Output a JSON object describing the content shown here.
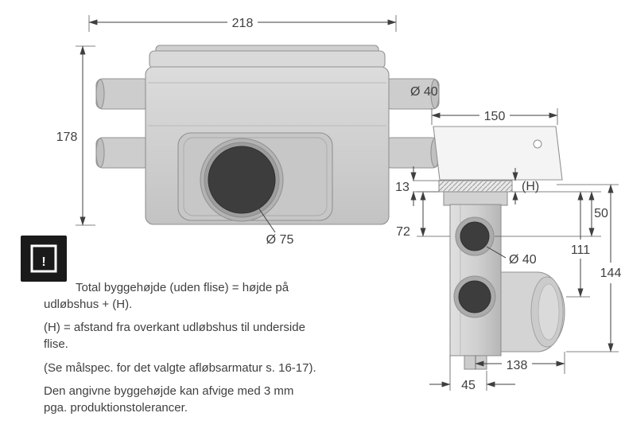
{
  "front_view": {
    "width_label": "218",
    "height_label": "178",
    "side_pipe_label": "Ø 40",
    "outlet_label": "Ø 75"
  },
  "side_view": {
    "top_width_label": "150",
    "flange_thickness_label": "13",
    "h_label": "(H)",
    "label_72": "72",
    "label_50": "50",
    "label_111": "111",
    "label_144": "144",
    "pipe_label": "Ø 40",
    "label_138": "138",
    "label_45": "45"
  },
  "note": {
    "exclamation": "!",
    "paragraphs": [
      "Total byggehøjde (uden flise) = højde på udløbshus + (H).",
      "(H) = afstand fra overkant udløbshus til underside flise.",
      "(Se målspec. for det valgte afløbsarmatur s. 16-17).",
      "Den angivne byggehøjde kan afvige med 3 mm pga. produktionstolerancer."
    ]
  },
  "colors": {
    "line": "#3f3f3f",
    "object_fill": "#d0d0d0",
    "dark_opening": "#3d3d3d",
    "warning_bg": "#1a1a1a"
  }
}
